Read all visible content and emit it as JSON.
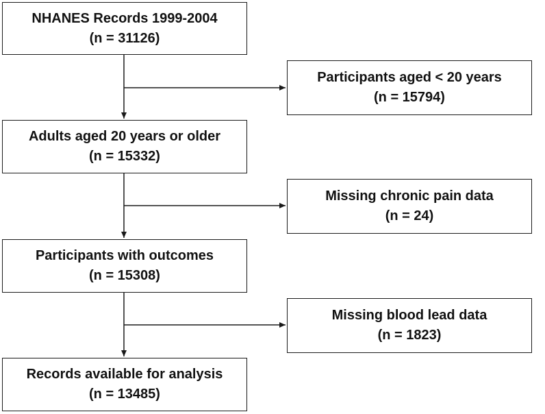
{
  "flow": {
    "main": [
      {
        "title": "NHANES Records 1999-2004",
        "count": "(n = 31126)"
      },
      {
        "title": "Adults aged 20 years or older",
        "count": "(n = 15332)"
      },
      {
        "title": "Participants with outcomes",
        "count": "(n = 15308)"
      },
      {
        "title": "Records available for analysis",
        "count": "(n = 13485)"
      }
    ],
    "excluded": [
      {
        "title": "Participants aged < 20 years",
        "count": "(n = 15794)"
      },
      {
        "title": "Missing chronic pain data",
        "count": "(n = 24)"
      },
      {
        "title": "Missing blood lead data",
        "count": "(n = 1823)"
      }
    ]
  },
  "colors": {
    "line": "#1a1a1a",
    "text": "#111111",
    "background": "#ffffff"
  }
}
